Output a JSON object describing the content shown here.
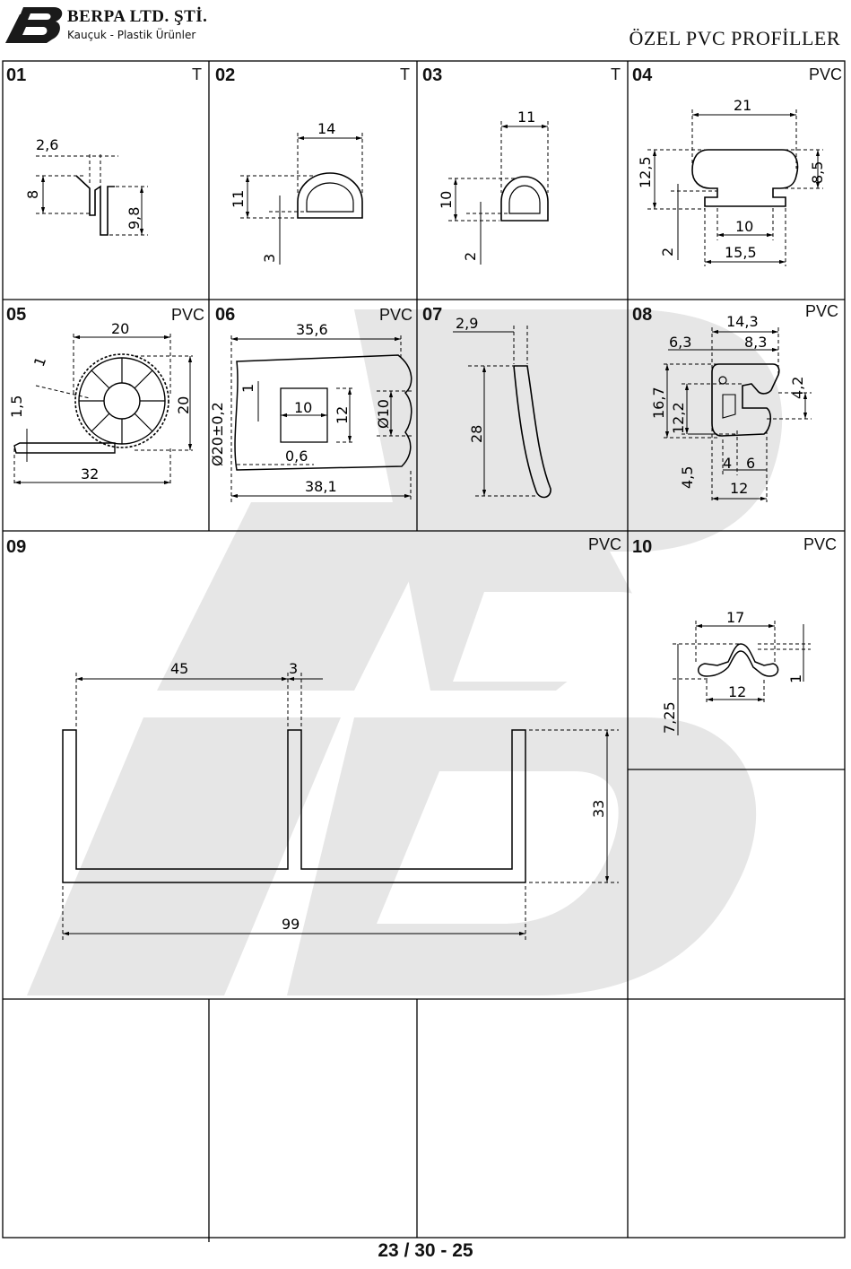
{
  "header": {
    "company": "BERPA LTD. ŞTİ.",
    "tagline": "Kauçuk - Plastik Ürünler",
    "title": "ÖZEL PVC PROFİLLER"
  },
  "footer": {
    "page_code": "23 / 30 - 25"
  },
  "colors": {
    "line": "#000000",
    "watermark": "#e6e6e6"
  },
  "icons": {
    "logo": "berpa-logo-icon"
  },
  "profiles": [
    {
      "code": "01",
      "material": "T",
      "dims": [
        "2,6",
        "8",
        "9,8"
      ]
    },
    {
      "code": "02",
      "material": "T",
      "dims": [
        "14",
        "11",
        "3"
      ]
    },
    {
      "code": "03",
      "material": "T",
      "dims": [
        "11",
        "10",
        "2"
      ]
    },
    {
      "code": "04",
      "material": "PVC",
      "dims": [
        "21",
        "12,5",
        "8,5",
        "10",
        "2",
        "15,5"
      ]
    },
    {
      "code": "05",
      "material": "PVC",
      "dims": [
        "20",
        "1",
        "1,5",
        "20",
        "32"
      ]
    },
    {
      "code": "06",
      "material": "PVC",
      "dims": [
        "35,6",
        "Ø20±0,2",
        "1",
        "10",
        "12",
        "Ø10",
        "0,6",
        "38,1"
      ]
    },
    {
      "code": "07",
      "material": "",
      "dims": [
        "2,9",
        "28"
      ]
    },
    {
      "code": "08",
      "material": "PVC",
      "dims": [
        "14,3",
        "6,3",
        "8,3",
        "4,2",
        "16,7",
        "12,2",
        "4,5",
        "4",
        "6",
        "12"
      ]
    },
    {
      "code": "09",
      "material": "PVC",
      "dims": [
        "45",
        "3",
        "33",
        "99"
      ]
    },
    {
      "code": "10",
      "material": "PVC",
      "dims": [
        "17",
        "1",
        "7,25",
        "12"
      ]
    }
  ]
}
